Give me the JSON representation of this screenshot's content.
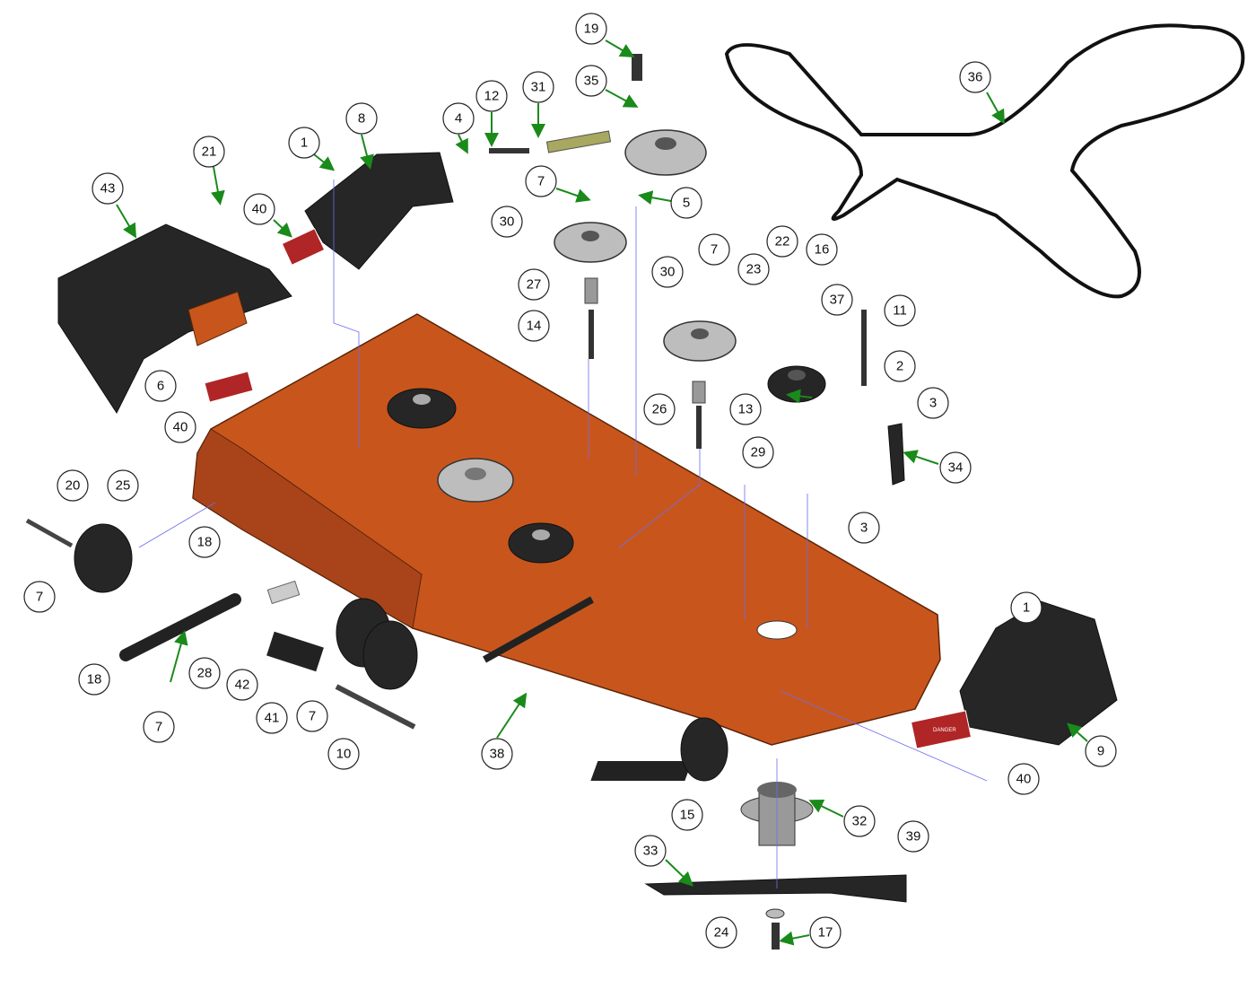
{
  "diagram": {
    "title": "Mower deck exploded parts view",
    "deck_color": "#c8561c",
    "leader_color": "#1a8a1a",
    "decal_text": "DANGER",
    "callouts": [
      "19",
      "35",
      "31",
      "12",
      "4",
      "8",
      "1",
      "21",
      "43",
      "40",
      "7",
      "5",
      "30",
      "27",
      "14",
      "7",
      "30",
      "22",
      "16",
      "23",
      "37",
      "11",
      "2",
      "3",
      "26",
      "13",
      "29",
      "34",
      "3",
      "36",
      "6",
      "40",
      "20",
      "25",
      "18",
      "7",
      "18",
      "28",
      "7",
      "42",
      "41",
      "7",
      "10",
      "38",
      "1",
      "9",
      "40",
      "39",
      "32",
      "15",
      "33",
      "24",
      "17"
    ]
  }
}
